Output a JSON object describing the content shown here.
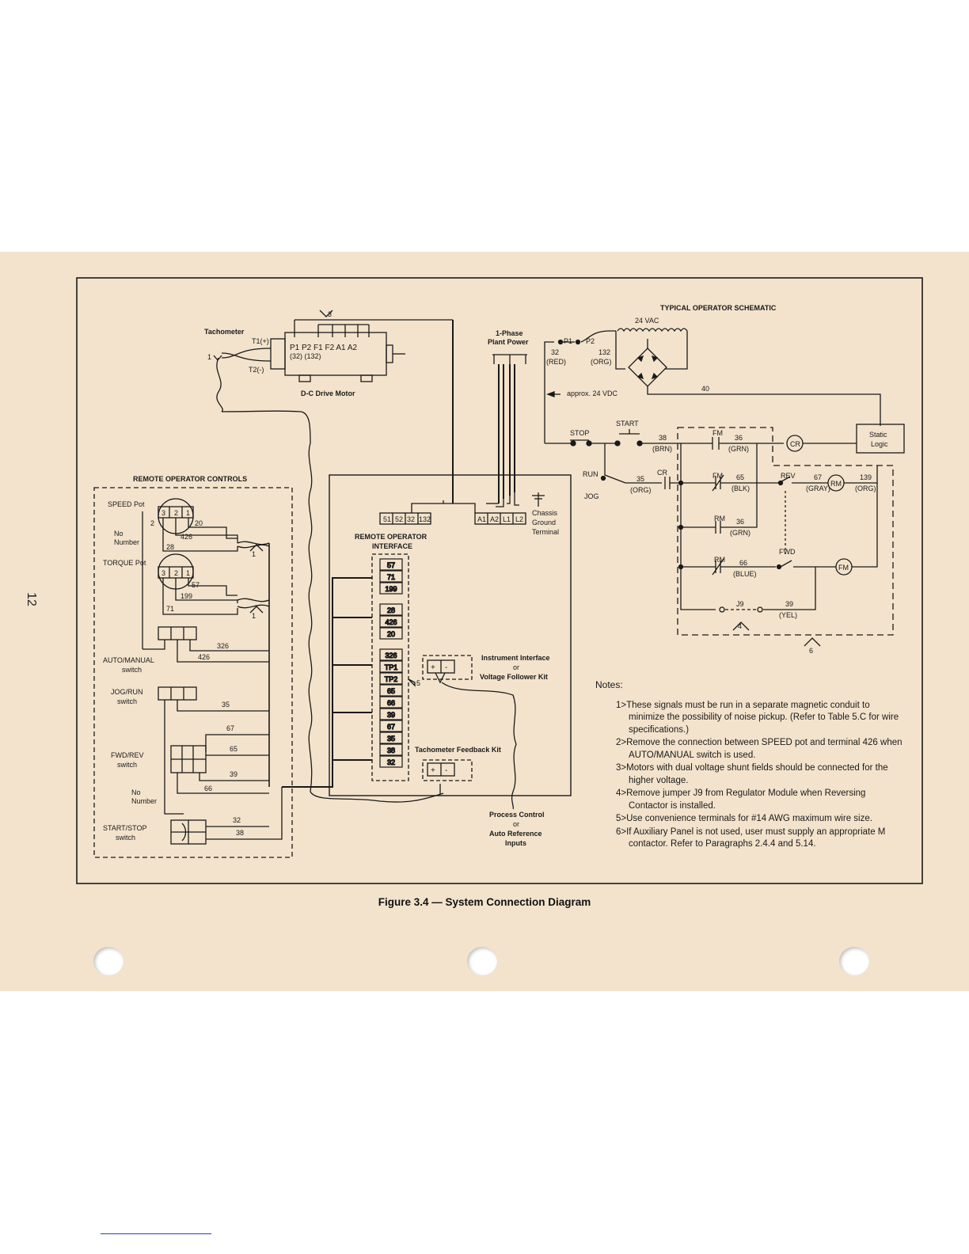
{
  "page_number": "12",
  "caption": "Figure 3.4 — System Connection Diagram",
  "motor": {
    "tachometer": "Tachometer",
    "t1": "T1(+)",
    "t2": "T2(-)",
    "terminals": "P1   P2   F1 F2 A1 A2",
    "terminal_wires": "(32)  (132)",
    "name": "D-C Drive Motor",
    "note_marker": "3"
  },
  "plant_power": {
    "line1": "1-Phase",
    "line2": "Plant Power"
  },
  "ground": {
    "line1": "Chassis",
    "line2": "Ground",
    "line3": "Terminal"
  },
  "roi": {
    "line1": "REMOTE OPERATOR",
    "line2": "INTERFACE",
    "top_left_terminals": [
      "51",
      "52",
      "32",
      "132"
    ],
    "top_right_terminals": [
      "A1",
      "A2",
      "L1",
      "L2"
    ],
    "terminal_strip": [
      "57",
      "71",
      "199",
      "28",
      "426",
      "20",
      "326",
      "TP1",
      "TP2",
      "65",
      "66",
      "39",
      "67",
      "35",
      "38",
      "32"
    ]
  },
  "instrument_kit": {
    "line1": "Instrument Interface",
    "line2": "or",
    "line3": "Voltage Follower Kit"
  },
  "tach_kit": "Tachometer Feedback Kit",
  "process_inputs": {
    "line1": "Process Control",
    "line2": "or",
    "line3": "Auto Reference",
    "line4": "Inputs"
  },
  "remote_controls": {
    "title": "REMOTE OPERATOR CONTROLS",
    "speed_pot": "SPEED Pot",
    "torque_pot": "TORQUE Pot",
    "no_number": [
      "No",
      "Number"
    ],
    "auto_manual": [
      "AUTO/MANUAL",
      "switch"
    ],
    "jog_run": [
      "JOG/RUN",
      "switch"
    ],
    "fwd_rev": [
      "FWD/REV",
      "switch"
    ],
    "start_stop": [
      "START/STOP",
      "switch"
    ],
    "pot_pins": [
      "3",
      "2",
      "1"
    ],
    "wires": [
      "20",
      "426",
      "28",
      "57",
      "199",
      "71",
      "326",
      "426",
      "35",
      "67",
      "65",
      "39",
      "66",
      "32",
      "38"
    ],
    "markers": [
      "1",
      "2"
    ]
  },
  "schematic": {
    "title": "TYPICAL OPERATOR SCHEMATIC",
    "vac": "24 VAC",
    "p1": "P1",
    "p2": "P2",
    "w32": "32",
    "red": "(RED)",
    "w132": "132",
    "org": "(ORG)",
    "vdc": "approx. 24 VDC",
    "w40": "40",
    "static_logic": [
      "Static",
      "Logic"
    ],
    "stop": "STOP",
    "start": "START",
    "run": "RUN",
    "jog": "JOG",
    "fm": "FM",
    "rm": "RM",
    "cr": "CR",
    "rev": "REV",
    "fwd": "FWD",
    "j9": "J9",
    "w38": "38",
    "brn": "(BRN)",
    "w36": "36",
    "grn": "(GRN)",
    "w35": "35",
    "org2": "(ORG)",
    "w65": "65",
    "blk": "(BLK)",
    "w67": "67",
    "gray": "(GRAY)",
    "w139": "139",
    "org3": "(ORG)",
    "w36b": "36",
    "grn2": "(GRN)",
    "w66": "66",
    "blue": "(BLUE)",
    "w39": "39",
    "yel": "(YEL)",
    "markers": [
      "4",
      "6"
    ]
  },
  "notes": {
    "title": "Notes:",
    "items": [
      "1>These signals must be run in a separate magnetic conduit to minimize the possibility of noise pickup. (Refer to Table 5.C for wire specifications.)",
      "2>Remove the connection between SPEED pot and terminal 426 when AUTO/MANUAL switch is used.",
      "3>Motors with dual voltage shunt fields should be connected for the higher voltage.",
      "4>Remove jumper J9 from Regulator Module when Reversing Contactor is installed.",
      "5>Use convenience terminals for #14 AWG maximum wire size.",
      "6>If Auxiliary Panel is not used, user must supply an appropriate M contactor. Refer to Paragraphs 2.4.4 and 5.14."
    ]
  }
}
